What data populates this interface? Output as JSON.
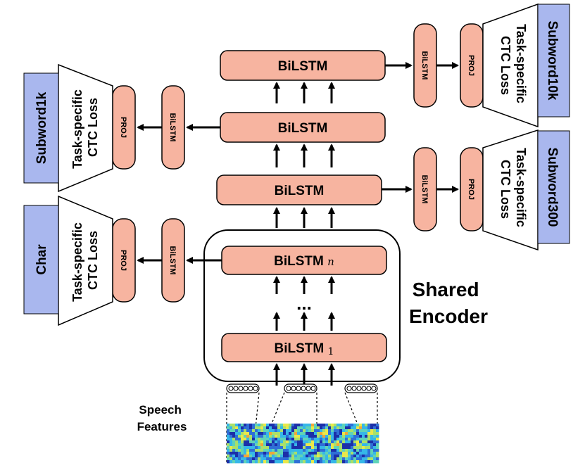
{
  "main_stack": {
    "bilstm_n_label": "BiLSTM",
    "bilstm_n_sub": "n",
    "bilstm_1_label": "BiLSTM",
    "bilstm_1_sub": "1",
    "ellipsis": "...",
    "upper_bilstm_1": "BiLSTM",
    "upper_bilstm_2": "BiLSTM",
    "upper_bilstm_3": "BiLSTM"
  },
  "shared_encoder": {
    "line1": "Shared",
    "line2": "Encoder"
  },
  "speech_features": {
    "line1": "Speech",
    "line2": "Features"
  },
  "side_bilstm_label": "BiLSTM",
  "proj_label": "PROJ",
  "loss_line1": "Task-specific",
  "loss_line2": "CTC Loss",
  "targets": {
    "char": "Char",
    "subword1k": "Subword1k",
    "subword300": "Subword300",
    "subword10k": "Subword10k"
  },
  "colors": {
    "block_fill": "#f7b4a0",
    "target_fill": "#a9b7ee"
  }
}
